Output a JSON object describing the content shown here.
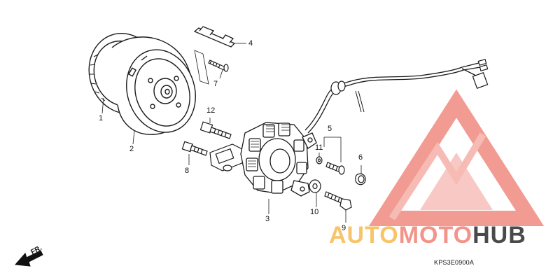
{
  "diagram": {
    "parts": [
      {
        "id": "p1",
        "label": "1"
      },
      {
        "id": "p2",
        "label": "2"
      },
      {
        "id": "p3",
        "label": "3"
      },
      {
        "id": "p4",
        "label": "4"
      },
      {
        "id": "p5",
        "label": "5"
      },
      {
        "id": "p6",
        "label": "6"
      },
      {
        "id": "p7",
        "label": "7"
      },
      {
        "id": "p8",
        "label": "8"
      },
      {
        "id": "p9",
        "label": "9"
      },
      {
        "id": "p10",
        "label": "10"
      },
      {
        "id": "p11",
        "label": "11"
      },
      {
        "id": "p12",
        "label": "12"
      }
    ],
    "diagram_code": "KPS3E0900A",
    "direction_label": "FR."
  },
  "watermark": {
    "brand_part1": "AUTO",
    "brand_part2": "MOTO",
    "brand_part3": "HUB",
    "colors": {
      "auto": "#f7c46a",
      "moto": "#f2948a",
      "hub": "#4a4a4a",
      "triangle": "#f08a80"
    }
  }
}
